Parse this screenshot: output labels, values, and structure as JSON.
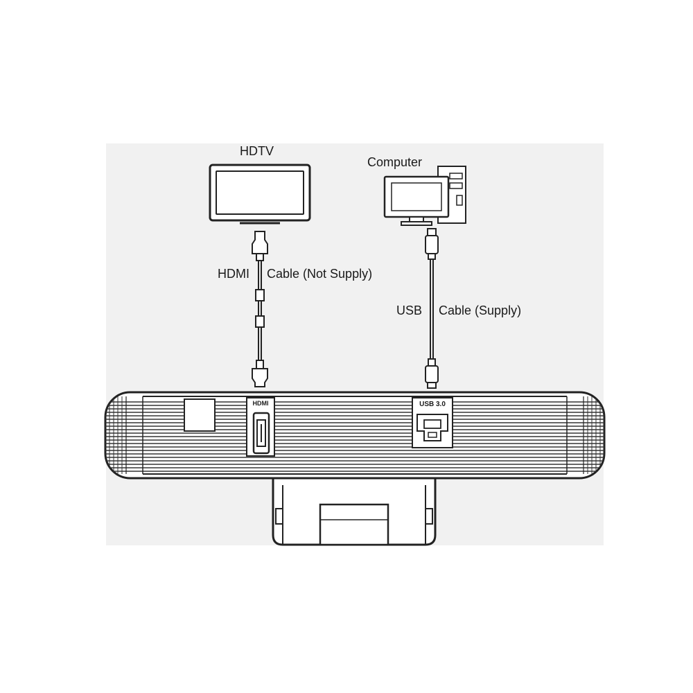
{
  "devices": {
    "tv_label": "HDTV",
    "computer_label": "Computer"
  },
  "cables": {
    "hdmi": {
      "name": "HDMI",
      "note": "Cable (Not Supply)"
    },
    "usb": {
      "name": "USB",
      "note": "Cable (Supply)"
    }
  },
  "ports": {
    "hdmi_label": "HDMI",
    "usb_label": "USB 3.0"
  }
}
